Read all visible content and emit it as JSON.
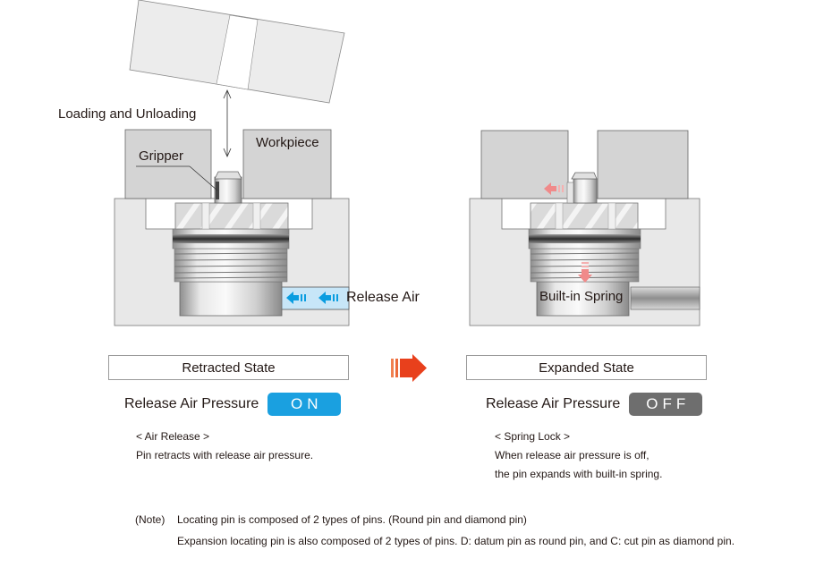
{
  "labels": {
    "loading": "Loading and Unloading",
    "workpiece": "Workpiece",
    "gripper": "Gripper",
    "release_air": "Release Air",
    "built_in_spring": "Built-in Spring"
  },
  "left_state": {
    "title": "Retracted State",
    "pressure_label": "Release Air Pressure",
    "pressure_value": "ON",
    "mode": "< Air Release >",
    "description": [
      "Pin retracts with release air pressure."
    ]
  },
  "right_state": {
    "title": "Expanded State",
    "pressure_label": "Release Air Pressure",
    "pressure_value": "OFF",
    "mode": "< Spring Lock >",
    "description": [
      "When release air pressure is off,",
      "the pin expands with built-in spring."
    ]
  },
  "transition_icon": "right-arrow-icon",
  "note": {
    "tag": "(Note)",
    "lines": [
      "Locating pin is composed of 2 types of pins. (Round pin and diamond pin)",
      "Expansion locating pin is also composed of 2 types of pins. D: datum pin as round pin, and C: cut pin as diamond pin."
    ]
  },
  "colors": {
    "on": "#1aa0e0",
    "off": "#6e6e6e",
    "air": "#0a9de0",
    "air_channel": "#c7e6f8",
    "spring_arrow": "#f08a8a",
    "transition_arrow": "#e8401c"
  }
}
